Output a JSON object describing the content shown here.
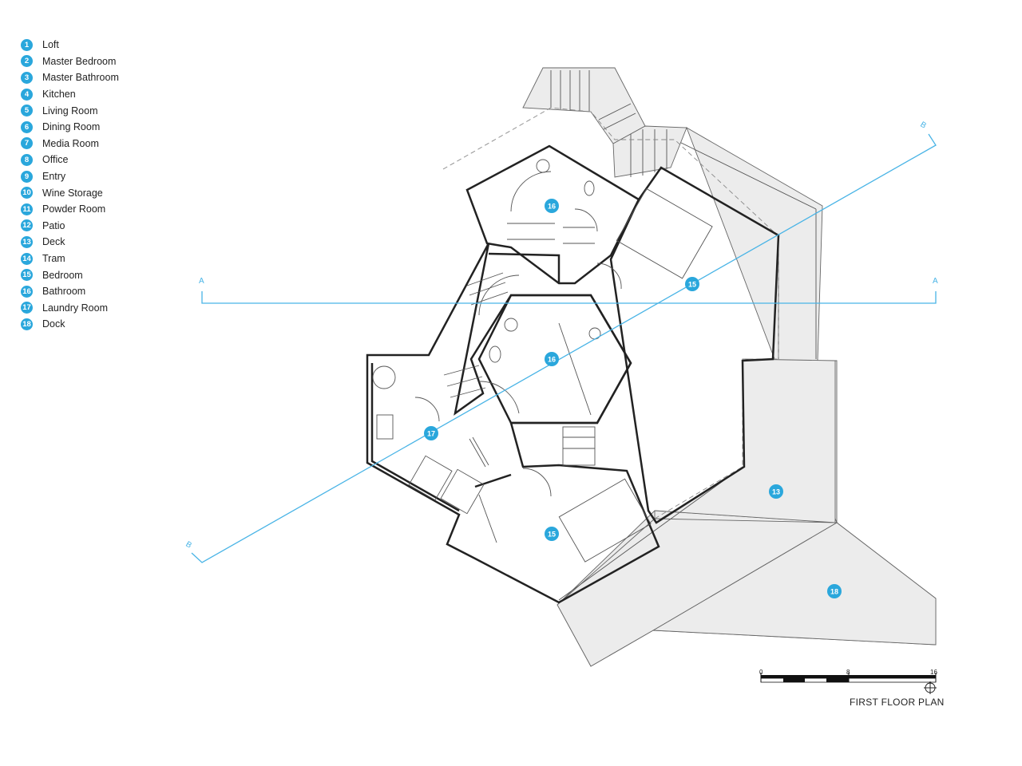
{
  "legend": [
    {
      "num": "1",
      "label": "Loft"
    },
    {
      "num": "2",
      "label": "Master Bedroom"
    },
    {
      "num": "3",
      "label": "Master Bathroom"
    },
    {
      "num": "4",
      "label": "Kitchen"
    },
    {
      "num": "5",
      "label": "Living Room"
    },
    {
      "num": "6",
      "label": "Dining Room"
    },
    {
      "num": "7",
      "label": "Media Room"
    },
    {
      "num": "8",
      "label": "Office"
    },
    {
      "num": "9",
      "label": "Entry"
    },
    {
      "num": "10",
      "label": "Wine Storage"
    },
    {
      "num": "11",
      "label": "Powder Room"
    },
    {
      "num": "12",
      "label": "Patio"
    },
    {
      "num": "13",
      "label": "Deck"
    },
    {
      "num": "14",
      "label": "Tram"
    },
    {
      "num": "15",
      "label": "Bedroom"
    },
    {
      "num": "16",
      "label": "Bathroom"
    },
    {
      "num": "17",
      "label": "Laundry Room"
    },
    {
      "num": "18",
      "label": "Dock"
    }
  ],
  "plan_tags": [
    "16",
    "15",
    "16",
    "17",
    "15",
    "13",
    "18"
  ],
  "section_markers": {
    "a": "A",
    "b": "B"
  },
  "scale": {
    "start": "0",
    "mid": "8",
    "end": "16"
  },
  "plan_title": "FIRST FLOOR PLAN",
  "colors": {
    "accent": "#2aa7dc",
    "section_line": "#49b4e6",
    "wall": "#222222",
    "deck_fill": "#ececec"
  }
}
